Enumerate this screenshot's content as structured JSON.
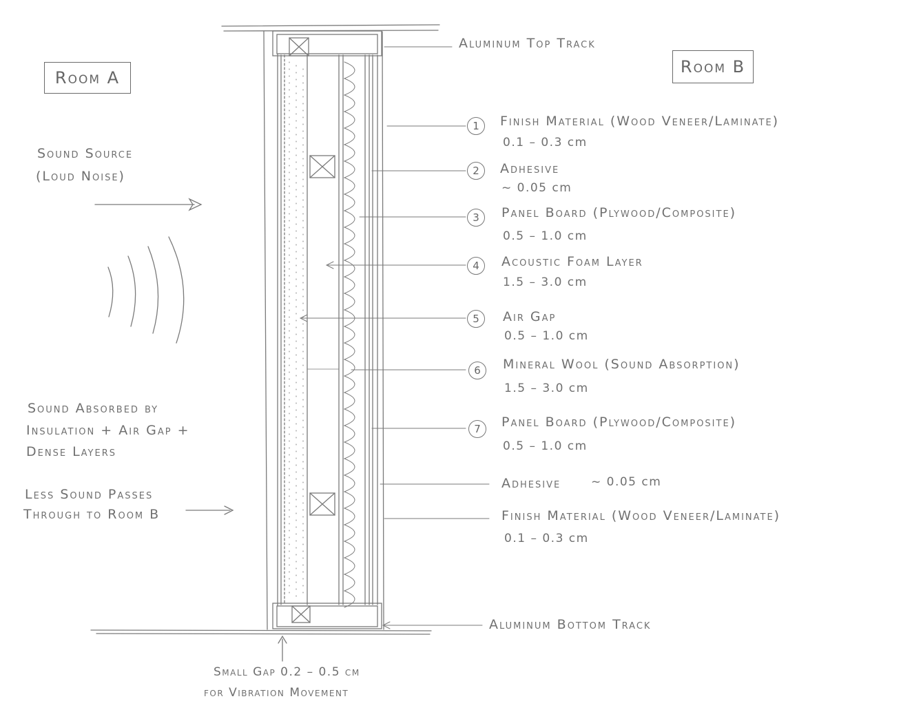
{
  "rooms": {
    "a": "Room A",
    "b": "Room B"
  },
  "top_track": "Aluminum Top Track",
  "bottom_track": "Aluminum Bottom Track",
  "sound_source": [
    "Sound Source",
    "(Loud Noise)"
  ],
  "absorbed_note": [
    "Sound Absorbed by",
    "Insulation + Air Gap +",
    "Dense Layers"
  ],
  "passes_note": [
    "Less Sound Passes",
    "Through to Room B"
  ],
  "gap_note": [
    "Small Gap 0.2 – 0.5 cm",
    "for Vibration Movement"
  ],
  "layers": [
    {
      "num": "1",
      "name": "Finish Material (Wood Veneer/Laminate)",
      "thickness": "0.1 – 0.3 cm"
    },
    {
      "num": "2",
      "name": "Adhesive",
      "thickness": "~ 0.05 cm"
    },
    {
      "num": "3",
      "name": "Panel Board (Plywood/Composite)",
      "thickness": "0.5 – 1.0 cm"
    },
    {
      "num": "4",
      "name": "Acoustic Foam Layer",
      "thickness": "1.5 – 3.0 cm"
    },
    {
      "num": "5",
      "name": "Air Gap",
      "thickness": "0.5 – 1.0 cm"
    },
    {
      "num": "6",
      "name": "Mineral Wool (Sound Absorption)",
      "thickness": "1.5 – 3.0 cm"
    },
    {
      "num": "7",
      "name": "Panel Board (Plywood/Composite)",
      "thickness": "0.5 – 1.0 cm"
    }
  ],
  "extra_layers": [
    {
      "name": "Adhesive",
      "thickness": "~ 0.05 cm"
    },
    {
      "name": "Finish Material (Wood Veneer/Laminate)",
      "thickness": "0.1 – 0.3 cm"
    }
  ],
  "colors": {
    "ink": "#6b6b6b",
    "paper": "#ffffff"
  }
}
